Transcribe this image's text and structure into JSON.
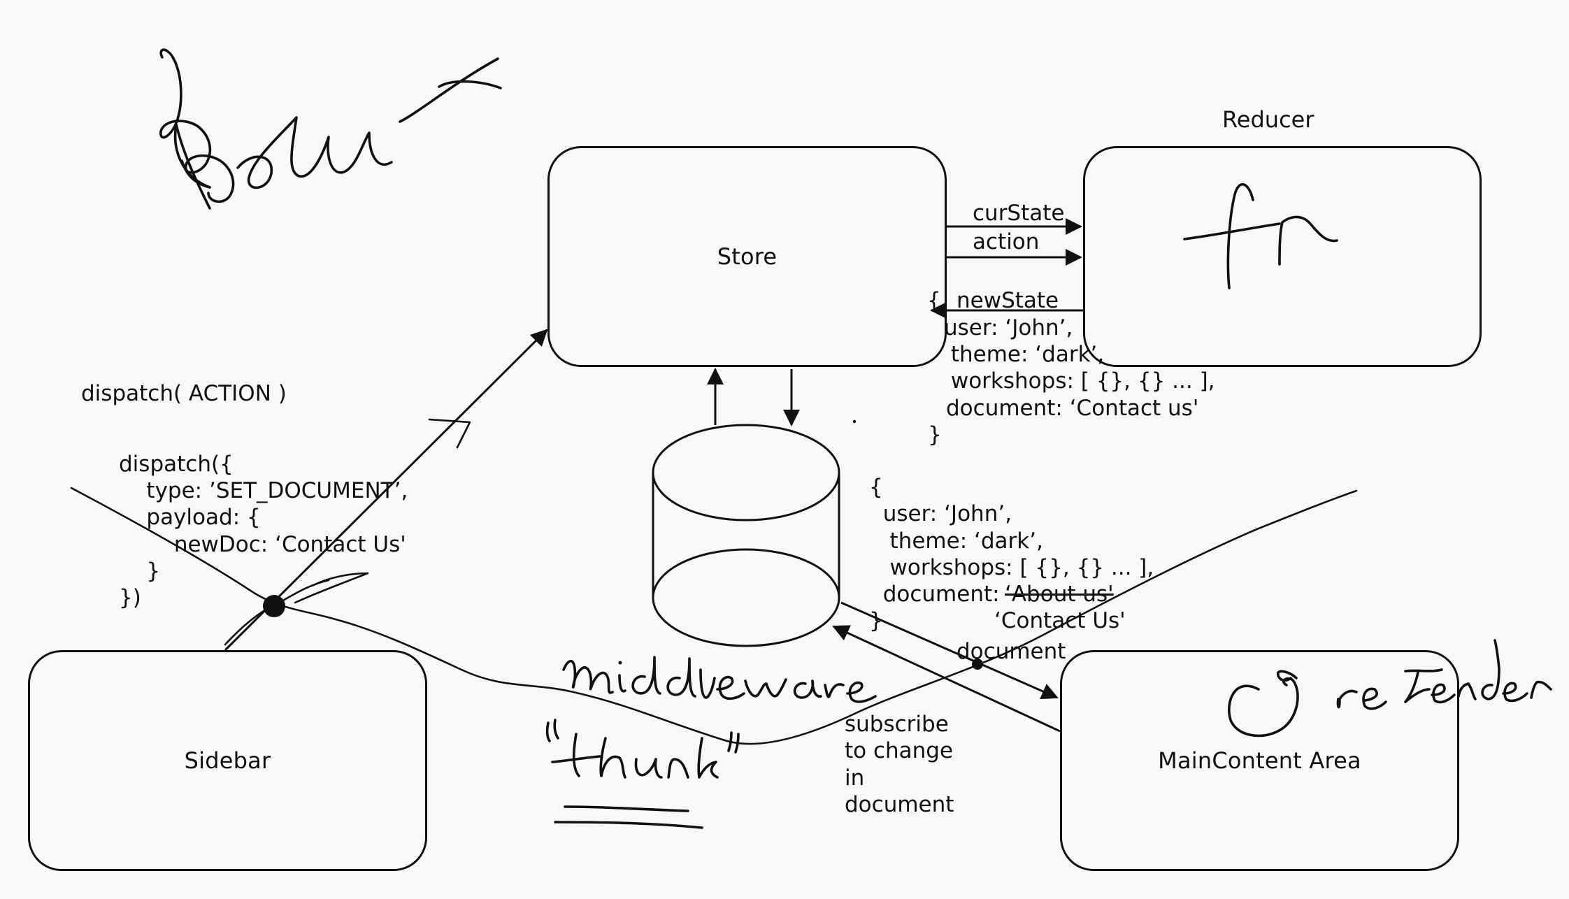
{
  "handwritten": {
    "title": "Redux",
    "reducer_fn": "fn",
    "middleware": "middleware",
    "thunk": "“thunk”",
    "rerender": "re render"
  },
  "nodes": {
    "store": "Store",
    "reducer_title": "Reducer",
    "sidebar": "Sidebar",
    "main_content": "MainContent Area"
  },
  "edges": {
    "cur_state": "curState",
    "action": "action",
    "new_state": "newState",
    "document": "document",
    "subscribe": [
      "subscribe",
      "to change",
      "in",
      "document"
    ]
  },
  "dispatch": {
    "signature": "dispatch( ACTION )",
    "example": [
      "dispatch({",
      "    type: ’SET_DOCUMENT’,",
      "    payload: {",
      "        newDoc: ‘Contact Us'",
      "    }",
      "})"
    ]
  },
  "reducer_output": {
    "brace_open": "{",
    "lines": [
      "user: ‘John’,",
      " theme: ‘dark’,",
      " workshops: [ {}, {} ... ],",
      "document: ‘Contact us'",
      "}"
    ]
  },
  "store_state": {
    "lines": [
      "{",
      "  user: ‘John’,",
      "   theme: ‘dark’,",
      "   workshops: [ {}, {} ... ],",
      "  document: "
    ],
    "old_document": "‘About us'",
    "new_document": "‘Contact Us'",
    "brace_close": "}"
  }
}
